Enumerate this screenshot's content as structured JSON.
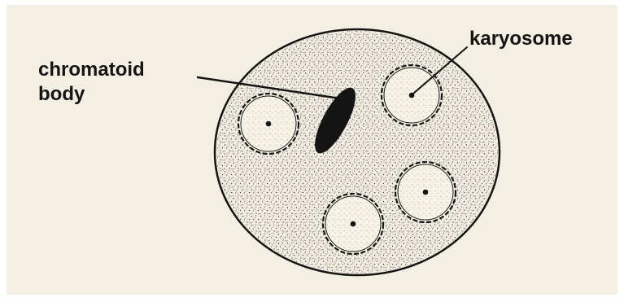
{
  "labels": {
    "chromatoid_line1": "chromatoid",
    "chromatoid_line2": "body",
    "karyosome": "karyosome"
  },
  "colors": {
    "background": "#f3efe2",
    "cell_fill": "#f1ece0",
    "ink": "#141414"
  }
}
